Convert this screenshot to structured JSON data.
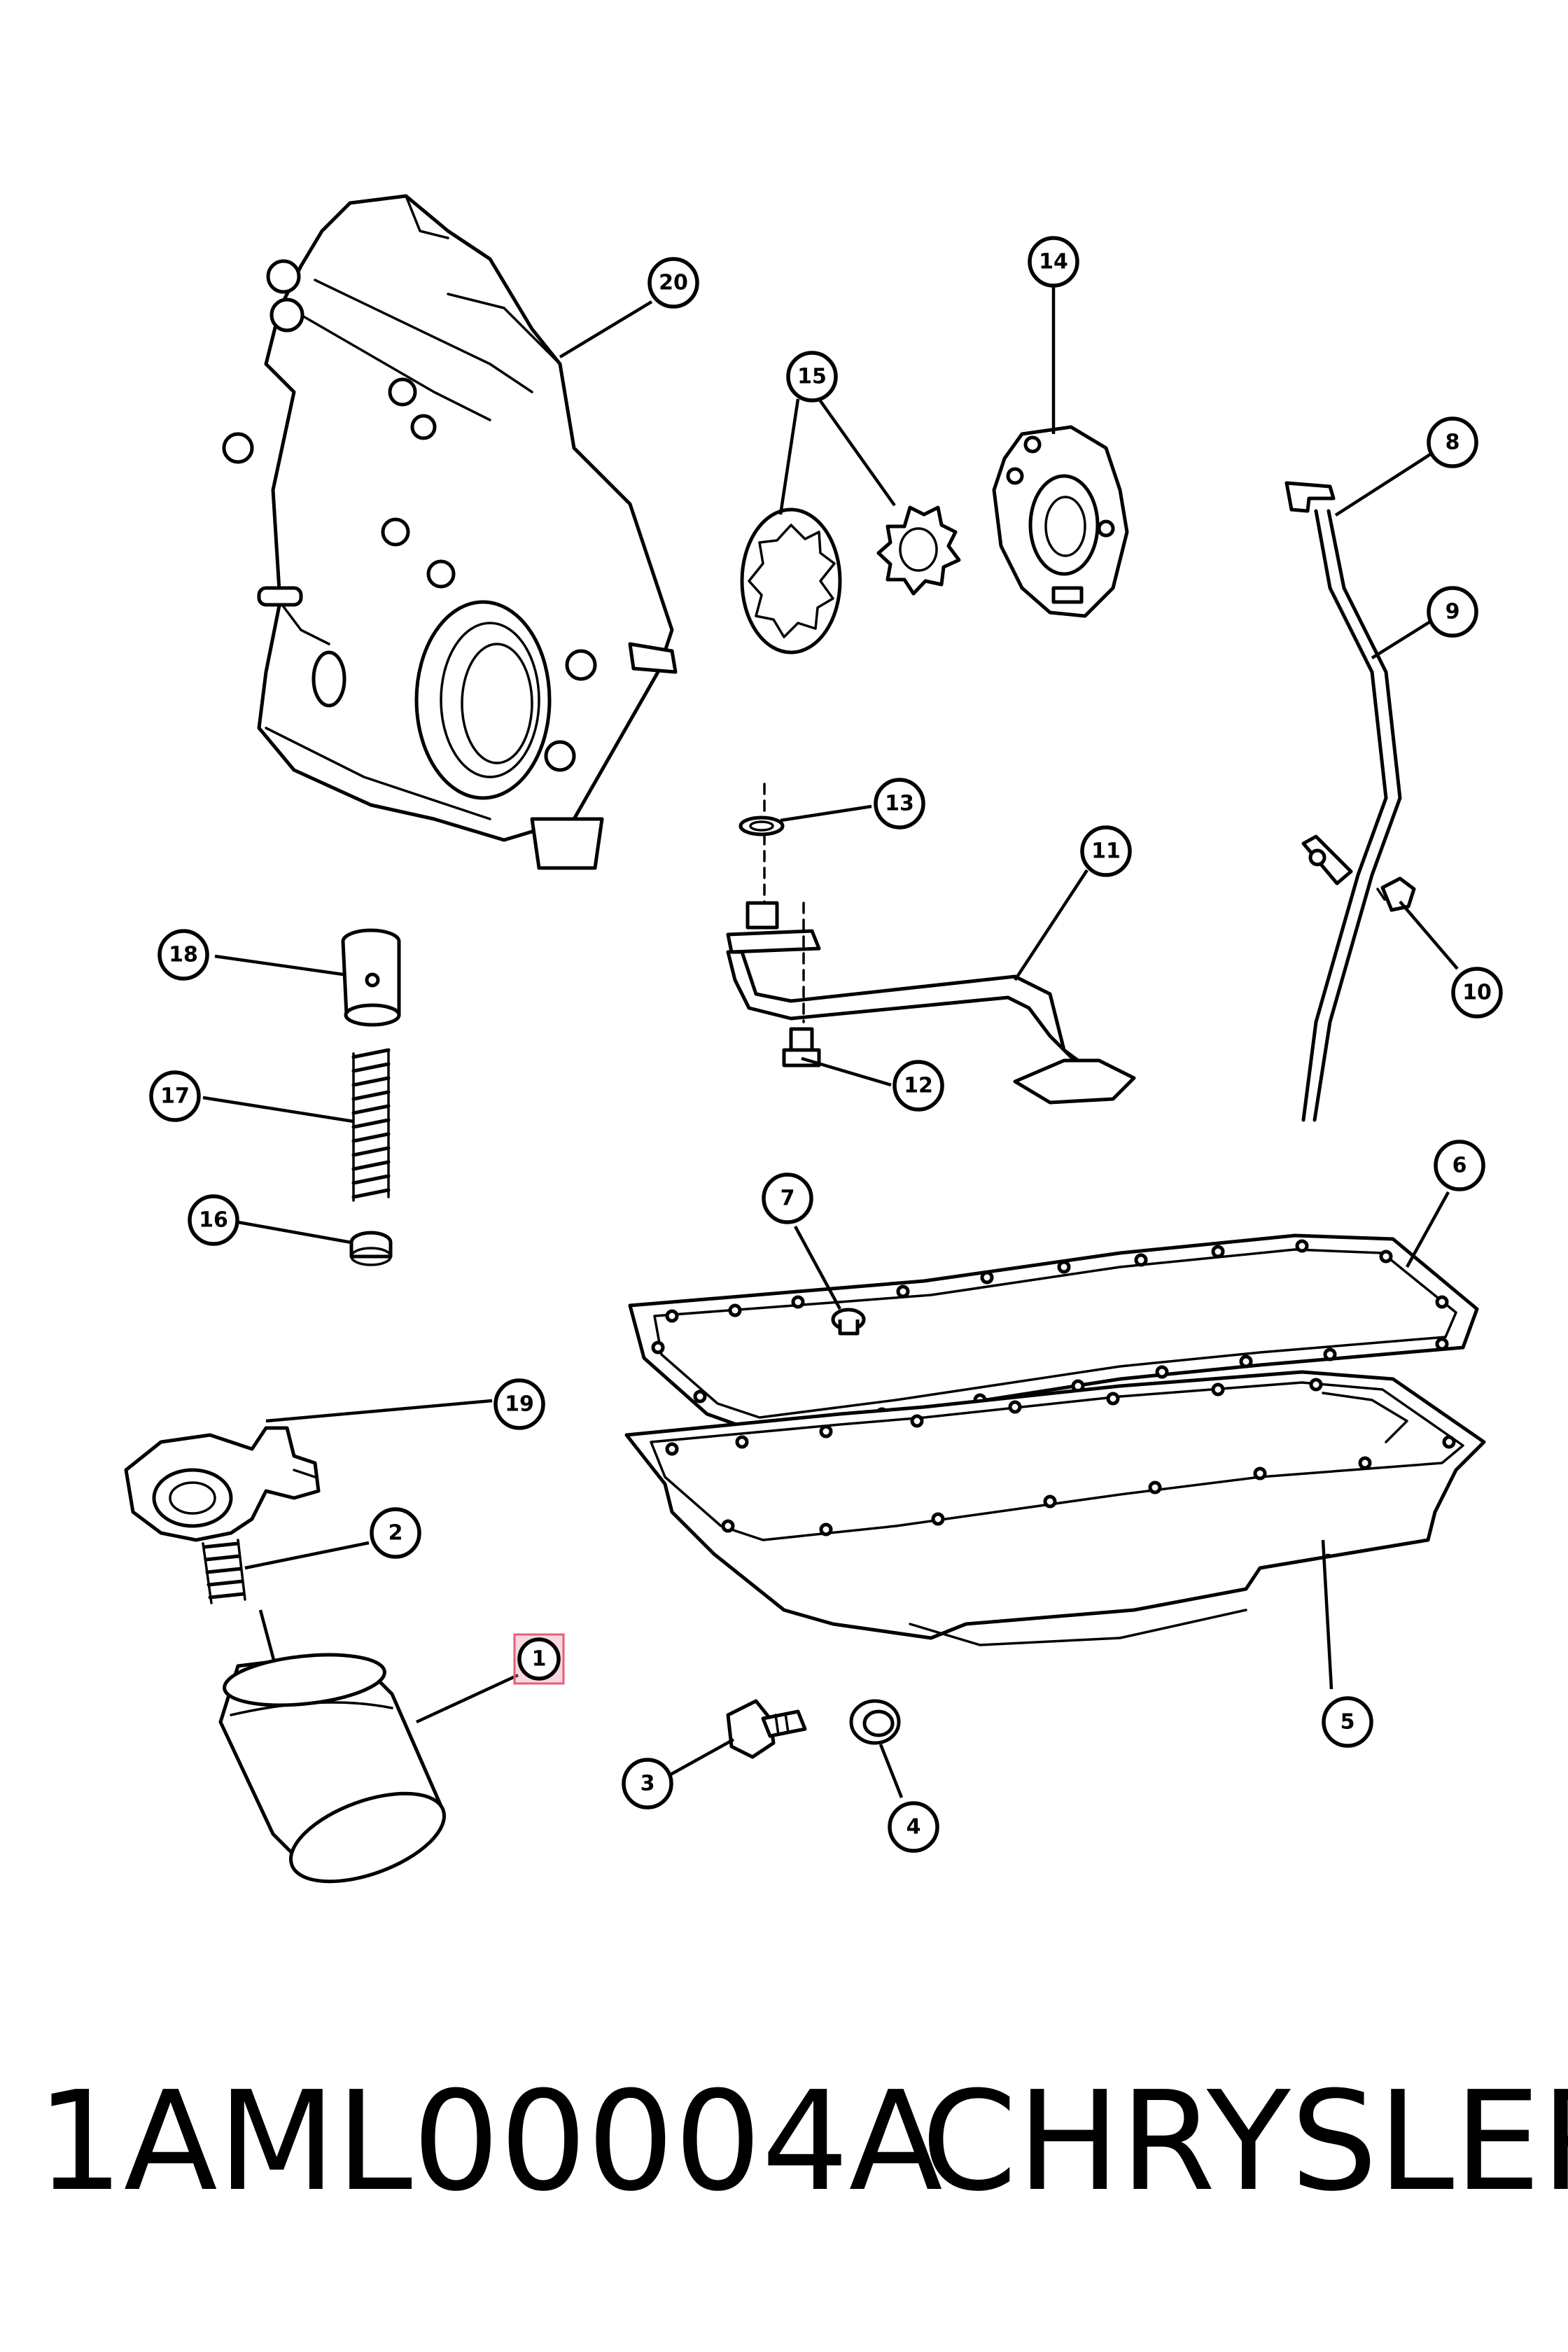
{
  "part_number": "1AML00004A",
  "brand": "CHRYSLER",
  "highlighted_callout": "1",
  "highlight_color": "#f08ca0",
  "callouts": [
    {
      "label": "1"
    },
    {
      "label": "2"
    },
    {
      "label": "3"
    },
    {
      "label": "4"
    },
    {
      "label": "5"
    },
    {
      "label": "6"
    },
    {
      "label": "7"
    },
    {
      "label": "8"
    },
    {
      "label": "9"
    },
    {
      "label": "10"
    },
    {
      "label": "11"
    },
    {
      "label": "12"
    },
    {
      "label": "13"
    },
    {
      "label": "14"
    },
    {
      "label": "15"
    },
    {
      "label": "16"
    },
    {
      "label": "17"
    },
    {
      "label": "18"
    },
    {
      "label": "19"
    },
    {
      "label": "20"
    }
  ]
}
